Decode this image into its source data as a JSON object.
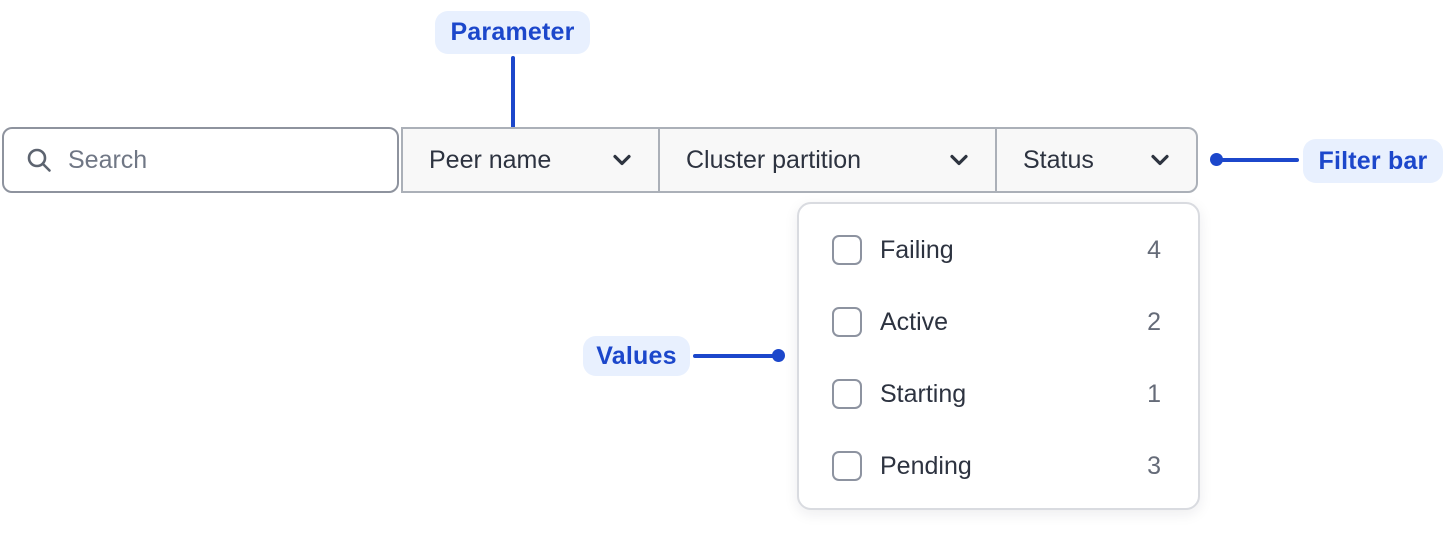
{
  "annotations": {
    "parameter": {
      "label": "Parameter"
    },
    "filter_bar": {
      "label": "Filter bar"
    },
    "values": {
      "label": "Values"
    }
  },
  "filter_bar": {
    "search": {
      "placeholder": "Search",
      "value": "",
      "icon": "search-icon"
    },
    "dropdowns": [
      {
        "label": "Peer name",
        "icon": "chevron-down-icon"
      },
      {
        "label": "Cluster partition",
        "icon": "chevron-down-icon"
      },
      {
        "label": "Status",
        "icon": "chevron-down-icon"
      }
    ]
  },
  "status_dropdown_panel": {
    "options": [
      {
        "label": "Failing",
        "count": "4",
        "checked": false
      },
      {
        "label": "Active",
        "count": "2",
        "checked": false
      },
      {
        "label": "Starting",
        "count": "1",
        "checked": false
      },
      {
        "label": "Pending",
        "count": "3",
        "checked": false
      }
    ]
  },
  "colors": {
    "accent_blue": "#1c47cb",
    "badge_background": "#e8f0fe",
    "group_background": "#f8f8f8",
    "text_dark": "#2d3340",
    "text_muted": "#656b78"
  }
}
